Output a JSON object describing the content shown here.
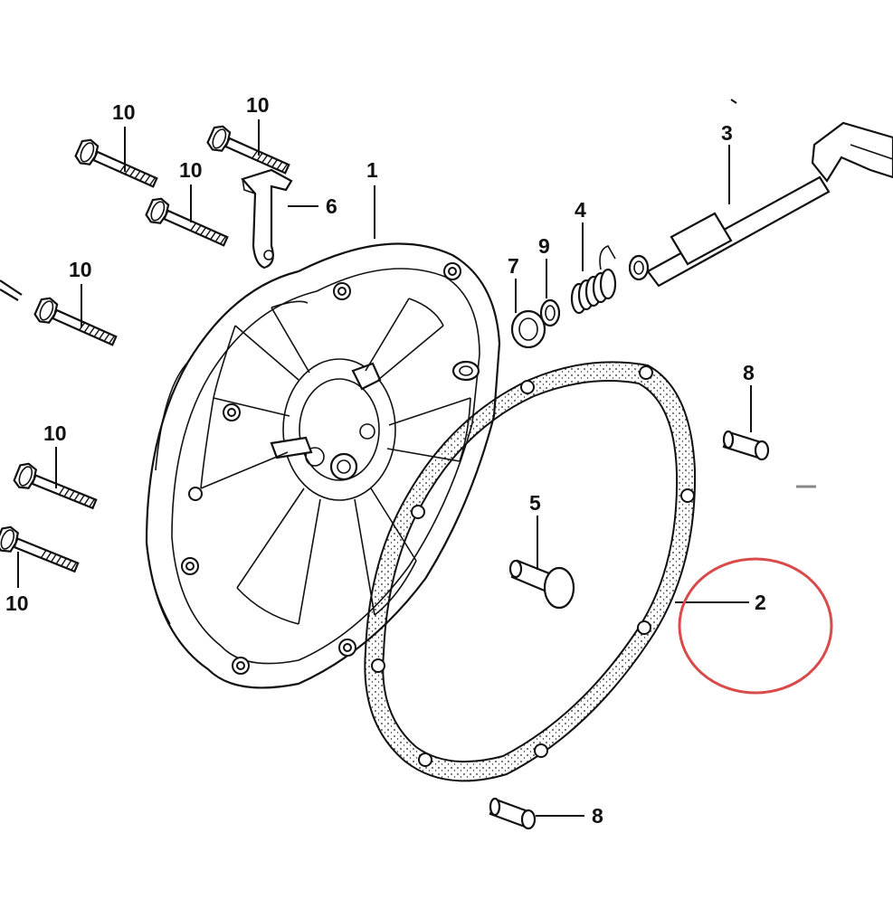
{
  "diagram": {
    "part_numbers": {
      "case_cover": "1",
      "gasket": "2",
      "shaft": "3",
      "spring": "4",
      "pin": "5",
      "bracket": "6",
      "seal": "7",
      "dowel_right": "8",
      "dowel_bottom": "8",
      "washer": "9",
      "bolt_top_left": "10",
      "bolt_top_center": "10",
      "bolt_mid_center": "10",
      "bolt_left_upper": "10",
      "bolt_left_lower": "10",
      "bolt_left_bottom": "10"
    },
    "highlight_color": "#d94a4a"
  }
}
